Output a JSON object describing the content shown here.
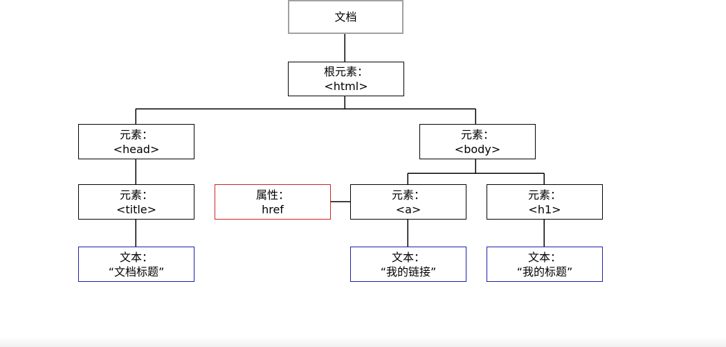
{
  "diagram": {
    "nodes": {
      "document": {
        "line1": "文档"
      },
      "html": {
        "line1": "根元素：",
        "line2": "<html>"
      },
      "head": {
        "line1": "元素：",
        "line2": "<head>"
      },
      "body": {
        "line1": "元素：",
        "line2": "<body>"
      },
      "title": {
        "line1": "元素：",
        "line2": "<title>"
      },
      "href": {
        "line1": "属性：",
        "line2": "href"
      },
      "a": {
        "line1": "元素：",
        "line2": "<a>"
      },
      "h1": {
        "line1": "元素：",
        "line2": "<h1>"
      },
      "title_text": {
        "line1": "文本：",
        "line2": "“文档标题”"
      },
      "a_text": {
        "line1": "文本：",
        "line2": "“我的链接”"
      },
      "h1_text": {
        "line1": "文本：",
        "line2": "“我的标题”"
      }
    },
    "colors": {
      "document_border": "#a0a0a0",
      "element_border": "#000000",
      "attribute_border": "#cc2222",
      "text_border": "#1c1caa",
      "connector": "#000000"
    }
  }
}
